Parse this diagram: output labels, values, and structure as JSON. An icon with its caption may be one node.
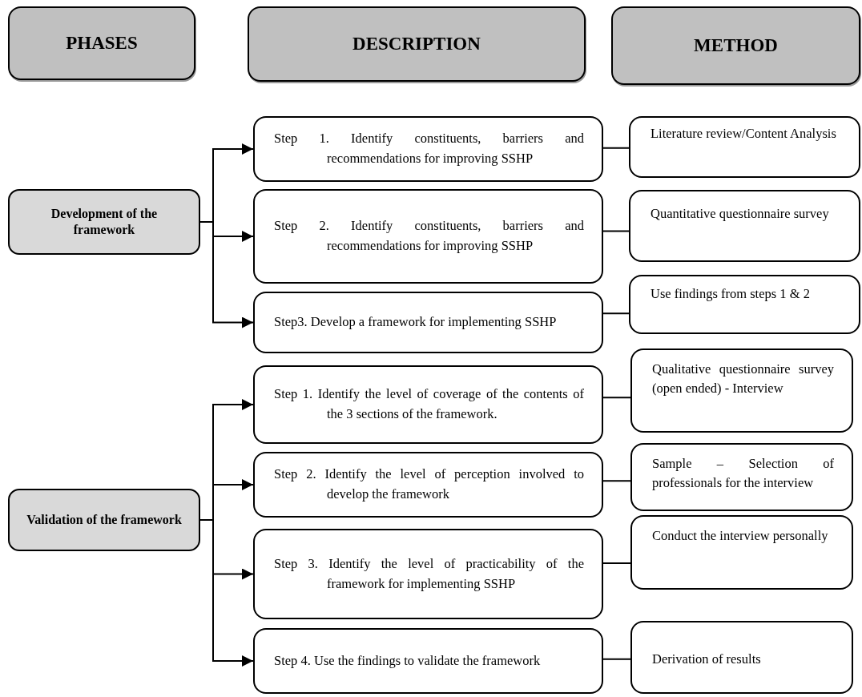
{
  "diagram": {
    "nodes": [
      {
        "text": [
          "PHASES"
        ]
      },
      {
        "text": [
          "DESCRIPTION"
        ]
      },
      {
        "text": [
          "METHOD"
        ]
      },
      {
        "text": [
          "Development of the framework"
        ]
      },
      {
        "text": [
          "Validation of the framework"
        ]
      },
      {
        "text": [
          "Step 1. Identify constituents, barriers and recommendations for improving SSHP"
        ]
      },
      {
        "text": [
          "Step 2. Identify constituents, barriers and recommendations for improving SSHP"
        ]
      },
      {
        "text": [
          "Step3. Develop a framework for implementing SSHP"
        ]
      },
      {
        "text": [
          "Step 1. Identify the level of coverage of the contents of the 3 sections of the framework."
        ]
      },
      {
        "text": [
          "Step 2. Identify the level of perception involved to develop the framework"
        ]
      },
      {
        "text": [
          "Step 3. Identify the level of practicability of the framework for implementing SSHP"
        ]
      },
      {
        "text": [
          "Step 4. Use the findings to validate the framework"
        ]
      },
      {
        "text": [
          "Literature review/Content Analysis"
        ]
      },
      {
        "text": [
          "Quantitative questionnaire survey"
        ]
      },
      {
        "text": [
          "Use findings from steps 1 & 2"
        ]
      },
      {
        "text": [
          "Qualitative questionnaire survey (open ended) - Interview"
        ]
      },
      {
        "text": [
          "Sample – Selection of professionals for the interview"
        ]
      },
      {
        "text": [
          "Conduct the interview personally"
        ]
      },
      {
        "text": [
          "Derivation of results"
        ]
      }
    ],
    "edges": [
      {
        "from": 3,
        "to": 5,
        "arrow": "to"
      },
      {
        "from": 3,
        "to": 6,
        "arrow": "to"
      },
      {
        "from": 3,
        "to": 7,
        "arrow": "to"
      },
      {
        "from": 4,
        "to": 8,
        "arrow": "to"
      },
      {
        "from": 4,
        "to": 9,
        "arrow": "to"
      },
      {
        "from": 4,
        "to": 10,
        "arrow": "to"
      },
      {
        "from": 4,
        "to": 11,
        "arrow": "to"
      },
      {
        "from": 5,
        "to": 12,
        "arrow": "none"
      },
      {
        "from": 6,
        "to": 13,
        "arrow": "none"
      },
      {
        "from": 7,
        "to": 14,
        "arrow": "none"
      },
      {
        "from": 8,
        "to": 15,
        "arrow": "none"
      },
      {
        "from": 9,
        "to": 16,
        "arrow": "none"
      },
      {
        "from": 10,
        "to": 17,
        "arrow": "none"
      },
      {
        "from": 11,
        "to": 18,
        "arrow": "none"
      }
    ]
  }
}
